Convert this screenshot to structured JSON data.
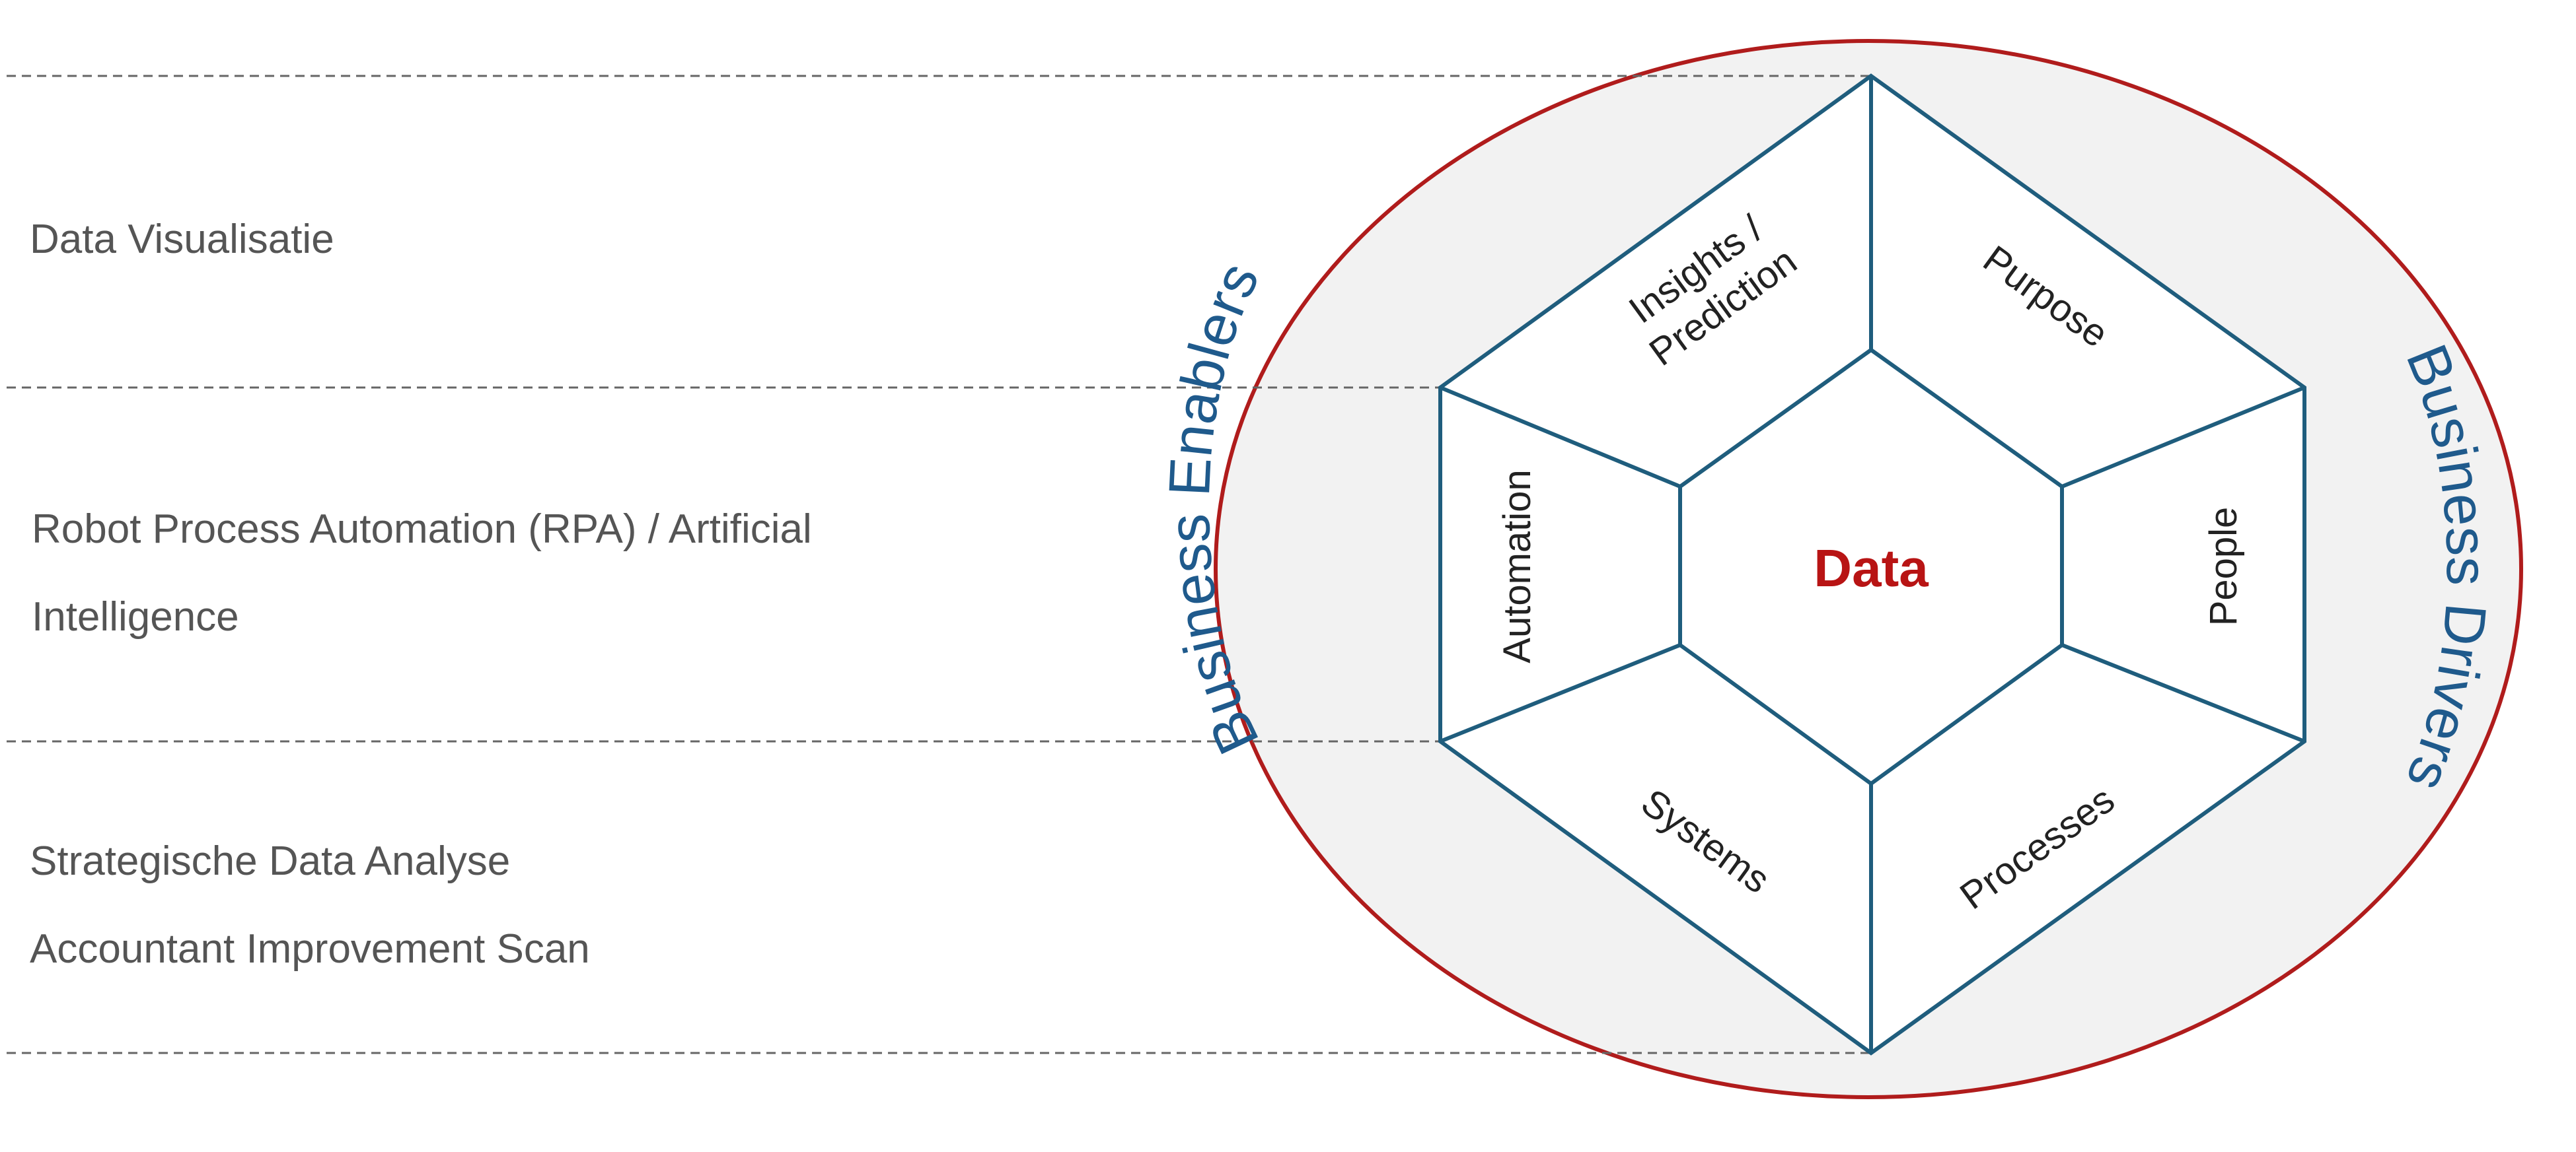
{
  "colors": {
    "hexagon_stroke": "#1f5d7d",
    "ring_stroke": "#b01c1c",
    "ring_fill": "#f2f2f2",
    "center_text": "#b81414",
    "ring_text": "#1f5a8c",
    "label_text": "#222222",
    "left_text": "#555555",
    "dashed_line": "#666666"
  },
  "left_labels": {
    "data_visualisatie": "Data Visualisatie",
    "rpa_line1": "Robot Process Automation (RPA) / Artificial",
    "rpa_line2": "Intelligence",
    "sda": "Strategische Data Analyse",
    "ais": "Accountant Improvement Scan"
  },
  "center": "Data",
  "segments": {
    "insights_line1": "Insights /",
    "insights_line2": "Prediction",
    "purpose": "Purpose",
    "people": "People",
    "processes": "Processes",
    "systems": "Systems",
    "automation": "Automation"
  },
  "ring": {
    "left": "Business Enablers",
    "right": "Business Drivers"
  }
}
